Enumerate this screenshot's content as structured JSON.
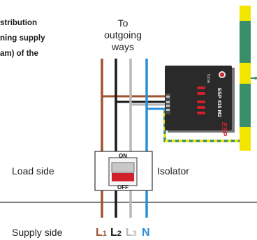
{
  "intro_text": [
    "stribution",
    "ning supply",
    "am) of the"
  ],
  "outgoing_label": [
    "To",
    "outgoing",
    "ways"
  ],
  "load_side_label": "Load side",
  "supply_side_label": "Supply side",
  "isolator_label": "Isolator",
  "isolator_switch": {
    "on_label": "ON",
    "off_label": "OFF"
  },
  "device": {
    "brand": "furse",
    "model": "ESP 415 M2",
    "logo_text": "ESP",
    "color": "#2a2a2a",
    "accent": "#d0202a"
  },
  "conductors": [
    {
      "label": "L",
      "sub": "1",
      "color": "#a0522d"
    },
    {
      "label": "L",
      "sub": "2",
      "color": "#1a1a1a"
    },
    {
      "label": "L",
      "sub": "3",
      "color": "#b8b8b8"
    },
    {
      "label": "N",
      "sub": "",
      "color": "#2a8fd6"
    }
  ],
  "earth_bar": {
    "colors": [
      "#f2e600",
      "#3a8f6a"
    ]
  }
}
